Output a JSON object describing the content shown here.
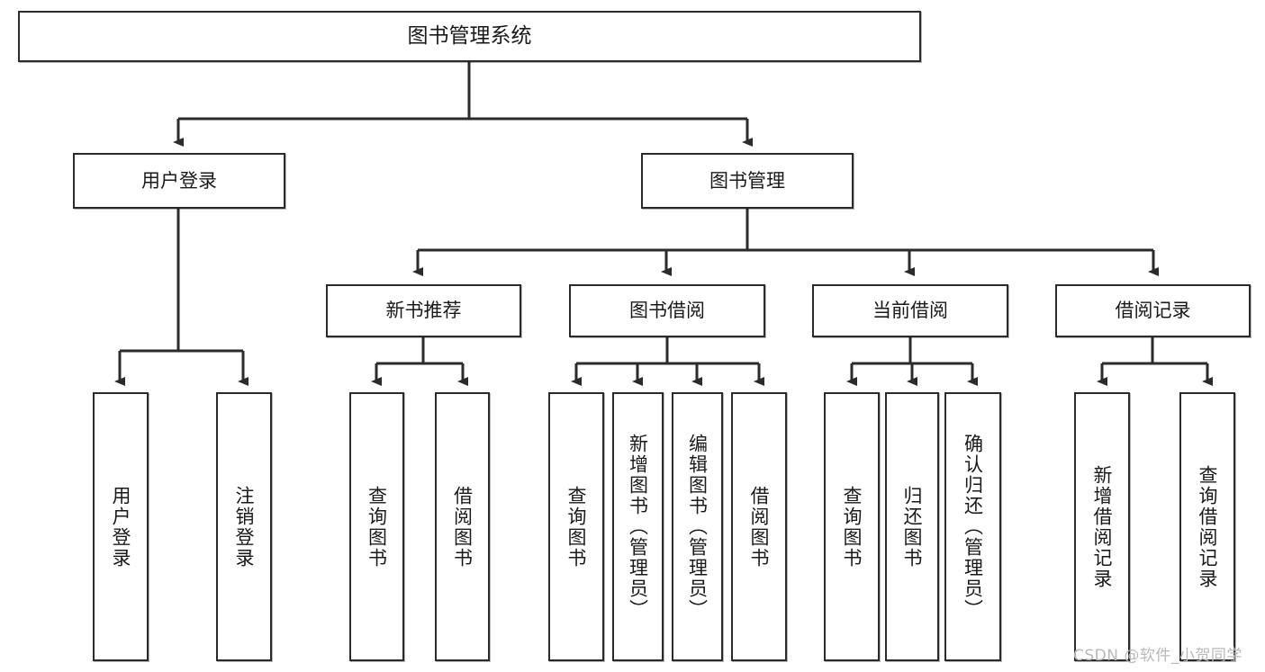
{
  "diagram": {
    "type": "tree-hierarchy",
    "title": "图书管理系统",
    "root": {
      "id": "root",
      "label": "图书管理系统",
      "orientation": "horizontal"
    },
    "level2": [
      {
        "id": "user-login",
        "label": "用户登录",
        "orientation": "horizontal"
      },
      {
        "id": "book-manage",
        "label": "图书管理",
        "orientation": "horizontal"
      }
    ],
    "level3": [
      {
        "id": "new-book-recommend",
        "label": "新书推荐",
        "parent": "book-manage",
        "orientation": "horizontal"
      },
      {
        "id": "book-borrow",
        "label": "图书借阅",
        "parent": "book-manage",
        "orientation": "horizontal"
      },
      {
        "id": "current-borrow",
        "label": "当前借阅",
        "parent": "book-manage",
        "orientation": "horizontal"
      },
      {
        "id": "borrow-record",
        "label": "借阅记录",
        "parent": "book-manage",
        "orientation": "horizontal"
      }
    ],
    "leaves": [
      {
        "id": "leaf-user-login",
        "label": "用户登录",
        "parent": "user-login",
        "orientation": "vertical"
      },
      {
        "id": "leaf-logout",
        "label": "注销登录",
        "parent": "user-login",
        "orientation": "vertical"
      },
      {
        "id": "leaf-query-book-1",
        "label": "查询图书",
        "parent": "new-book-recommend",
        "orientation": "vertical"
      },
      {
        "id": "leaf-borrow-book-1",
        "label": "借阅图书",
        "parent": "new-book-recommend",
        "orientation": "vertical"
      },
      {
        "id": "leaf-query-book-2",
        "label": "查询图书",
        "parent": "book-borrow",
        "orientation": "vertical"
      },
      {
        "id": "leaf-add-book",
        "label": "新增图书（管理员）",
        "parent": "book-borrow",
        "orientation": "vertical"
      },
      {
        "id": "leaf-edit-book",
        "label": "编辑图书（管理员）",
        "parent": "book-borrow",
        "orientation": "vertical"
      },
      {
        "id": "leaf-borrow-book-2",
        "label": "借阅图书",
        "parent": "book-borrow",
        "orientation": "vertical"
      },
      {
        "id": "leaf-query-book-3",
        "label": "查询图书",
        "parent": "current-borrow",
        "orientation": "vertical"
      },
      {
        "id": "leaf-return-book",
        "label": "归还图书",
        "parent": "current-borrow",
        "orientation": "vertical"
      },
      {
        "id": "leaf-confirm-return",
        "label": "确认归还（管理员）",
        "parent": "current-borrow",
        "orientation": "vertical"
      },
      {
        "id": "leaf-add-record",
        "label": "新增借阅记录",
        "parent": "borrow-record",
        "orientation": "vertical"
      },
      {
        "id": "leaf-query-record",
        "label": "查询借阅记录",
        "parent": "borrow-record",
        "orientation": "vertical"
      }
    ],
    "colors": {
      "stroke": "#2b2b2b",
      "fill": "#ffffff",
      "text": "#1a1a1a",
      "watermark": "#b9b9b9"
    }
  },
  "watermark": {
    "text": "CSDN @软件_小贺同学"
  }
}
